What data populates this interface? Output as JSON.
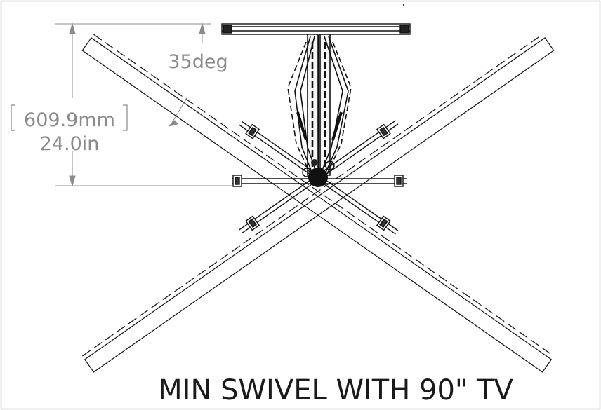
{
  "drawing": {
    "title": "MIN SWIVEL WITH 90\" TV",
    "angle_label": "35deg",
    "dimension_mm": "609.9mm",
    "dimension_in": "24.0in"
  }
}
